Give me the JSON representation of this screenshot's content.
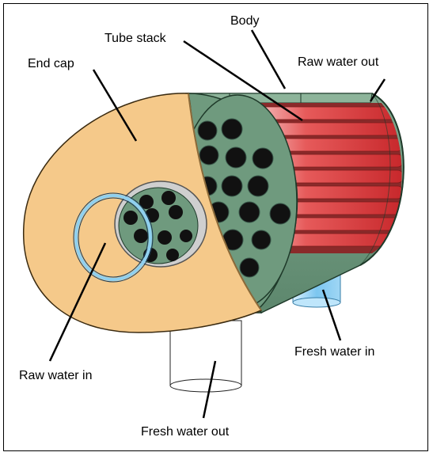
{
  "labels": {
    "body": "Body",
    "tube_stack": "Tube stack",
    "end_cap": "End cap",
    "raw_water_out": "Raw water out",
    "fresh_water_in": "Fresh water in",
    "raw_water_in": "Raw water in",
    "fresh_water_out": "Fresh water out"
  },
  "colors": {
    "end_cap": "#f5c98a",
    "tube_sheet": "#6f9a7e",
    "tubes": "#d93a3a",
    "raw_water_ring": "#8fd0f0",
    "fresh_water_in_pipe": "#7cc6f0",
    "hole": "#111111"
  }
}
